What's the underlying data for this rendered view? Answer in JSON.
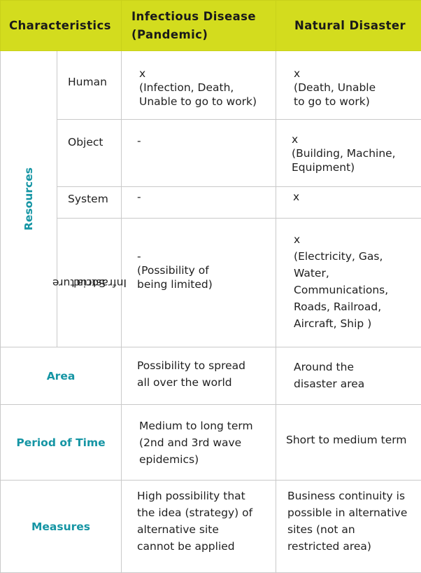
{
  "header": {
    "characteristics": "Characteristics",
    "infectious_line1": "Infectious Disease",
    "infectious_line2": "(Pandemic)",
    "natural": "Natural Disaster"
  },
  "resources": {
    "label": "Resources",
    "human": {
      "label": "Human",
      "infectious": [
        "x",
        "(Infection, Death,",
        "Unable to go to work)"
      ],
      "natural": [
        "x",
        "(Death, Unable",
        "to go to work)"
      ]
    },
    "object": {
      "label": "Object",
      "infectious": [
        "-"
      ],
      "natural": [
        "x",
        "(Building, Machine,",
        "Equipment)"
      ]
    },
    "system": {
      "label": "System",
      "infectious": [
        "-"
      ],
      "natural": [
        "x"
      ]
    },
    "social": {
      "label_line1": "Social",
      "label_line2": "Infrastructure",
      "infectious": [
        "-",
        "(Possibility of",
        "being limited)"
      ],
      "natural": [
        "x",
        "(Electricity, Gas,",
        "Water,",
        "Communications,",
        "Roads, Railroad,",
        "Aircraft, Ship )"
      ]
    }
  },
  "area": {
    "label": "Area",
    "infectious": [
      "Possibility to spread",
      "all over the world"
    ],
    "natural": [
      "Around the",
      "disaster area"
    ]
  },
  "period": {
    "label": "Period of Time",
    "infectious": [
      "Medium to long term",
      "(2nd and 3rd wave",
      "epidemics)"
    ],
    "natural": [
      "Short to medium term"
    ]
  },
  "measures": {
    "label": "Measures",
    "infectious": [
      "High possibility that",
      "the idea (strategy) of",
      "alternative site",
      "cannot be applied"
    ],
    "natural": [
      "Business continuity is",
      "possible in alternative",
      "sites  (not an",
      "restricted area)"
    ]
  }
}
